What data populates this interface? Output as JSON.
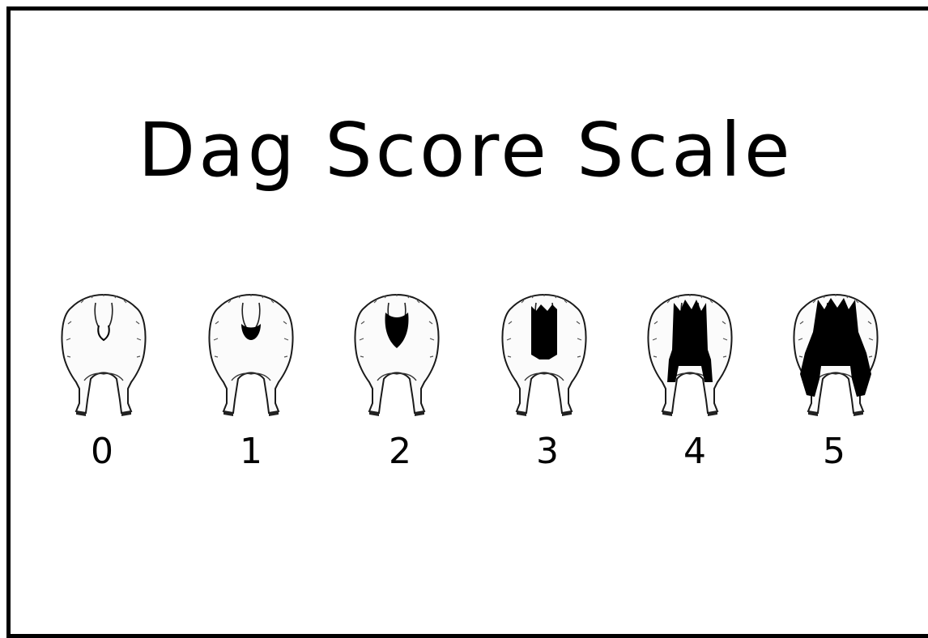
{
  "title": "Dag Score Scale",
  "scores": [
    "0",
    "1",
    "2",
    "3",
    "4",
    "5"
  ],
  "icons": [
    "sheep-rear-icon"
  ],
  "colors": {
    "border": "#000000",
    "background": "#ffffff",
    "dag": "#000000"
  }
}
